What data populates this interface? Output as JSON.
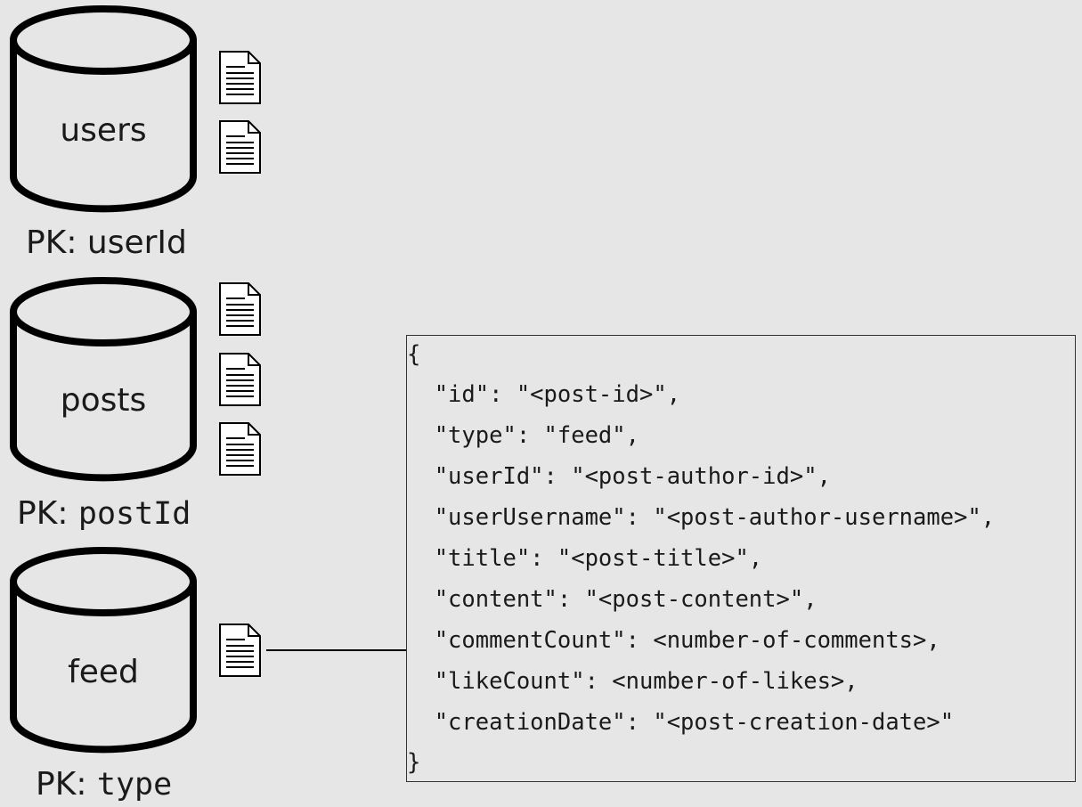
{
  "collections": [
    {
      "name": "users",
      "pk_prefix": "PK: ",
      "pk_key": "userId",
      "pk_mono": false,
      "document_count": 2
    },
    {
      "name": "posts",
      "pk_prefix": "PK: ",
      "pk_key": "postId",
      "pk_mono": true,
      "document_count": 3
    },
    {
      "name": "feed",
      "pk_prefix": "PK: ",
      "pk_key": "type",
      "pk_mono": true,
      "document_count": 1
    }
  ],
  "feed_document": {
    "lines": [
      "{",
      "  \"id\": \"<post-id>\",",
      "  \"type\": \"feed\",",
      "  \"userId\": \"<post-author-id>\",",
      "  \"userUsername\": \"<post-author-username>\",",
      "  \"title\": \"<post-title>\",",
      "  \"content\": \"<post-content>\",",
      "  \"commentCount\": <number-of-comments>,",
      "  \"likeCount\": <number-of-likes>,",
      "  \"creationDate\": \"<post-creation-date>\"",
      "}"
    ]
  },
  "colors": {
    "background": "#e6e6e6",
    "stroke": "#000000",
    "text": "#1a1a1a"
  }
}
